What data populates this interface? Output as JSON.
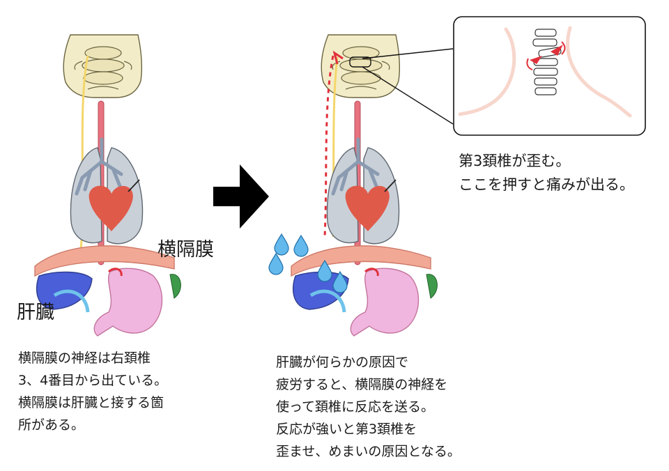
{
  "labels": {
    "diaphragm": "横隔膜",
    "liver": "肝臓"
  },
  "callout": {
    "lines": [
      "第3頚椎が歪む。",
      "ここを押すと痛みが出る。"
    ]
  },
  "caption_left": {
    "lines": [
      "横隔膜の神経は右頚椎",
      "3、4番目から出ている。",
      "横隔膜は肝臓と接する箇",
      "所がある。"
    ]
  },
  "caption_right": {
    "lines": [
      "肝臓が何らかの原因で",
      "疲労すると、横隔膜の神経を",
      "使って頚椎に反応を送る。",
      "反応が強いと第3頚椎を",
      "歪ませ、めまいの原因となる。"
    ]
  },
  "colors": {
    "spine": "#f3ecc8",
    "nerve": "#f4d66a",
    "esophagus": "#e8727f",
    "lung": "#c9d0d8",
    "bronchi": "#8a9bb1",
    "heart": "#e05a4a",
    "diaphragm": "#f1a996",
    "liver": "#4a5fd8",
    "stomach": "#f0b6e0",
    "spleen": "#3e9a4a",
    "alert": "#e0303a",
    "droplet": "#63b8ec"
  }
}
